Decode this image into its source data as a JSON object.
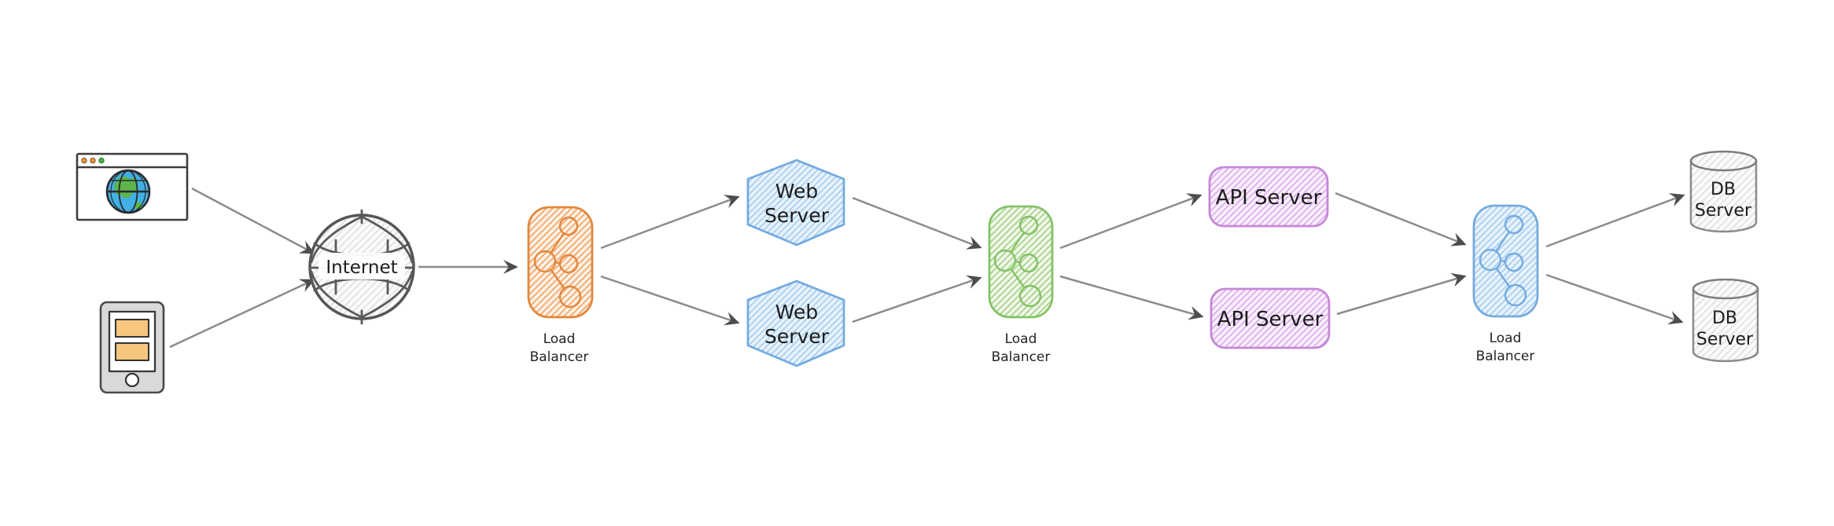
{
  "diagram": {
    "kind": "hand-drawn web architecture diagram",
    "background": "#ffffff"
  },
  "nodes": {
    "internet": {
      "label": "Internet"
    },
    "load_balancer_web": {
      "caption_line1": "Load",
      "caption_line2": "Balancer",
      "accent": "#e2873c"
    },
    "web_server_top": {
      "label_line1": "Web",
      "label_line2": "Server",
      "accent": "#74abe0"
    },
    "web_server_bottom": {
      "label_line1": "Web",
      "label_line2": "Server",
      "accent": "#74abe0"
    },
    "load_balancer_api": {
      "caption_line1": "Load",
      "caption_line2": "Balancer",
      "accent": "#84c266"
    },
    "api_server_top": {
      "label": "API Server",
      "accent": "#c687d8"
    },
    "api_server_bottom": {
      "label": "API Server",
      "accent": "#c687d8"
    },
    "load_balancer_db": {
      "caption_line1": "Load",
      "caption_line2": "Balancer",
      "accent": "#74abe0"
    },
    "db_server_top": {
      "label_line1": "DB",
      "label_line2": "Server"
    },
    "db_server_bottom": {
      "label_line1": "DB",
      "label_line2": "Server"
    }
  },
  "icons": {
    "client_browser": "browser-window-icon",
    "client_mobile": "mobile-phone-icon",
    "internet": "globe-icon",
    "load_balancer": "share-network-icon",
    "db_server": "database-cylinder-icon"
  },
  "edges": [
    {
      "from": "client-browser",
      "to": "internet"
    },
    {
      "from": "client-mobile",
      "to": "internet"
    },
    {
      "from": "internet",
      "to": "load-balancer-web"
    },
    {
      "from": "load-balancer-web",
      "to": "web-server-top"
    },
    {
      "from": "load-balancer-web",
      "to": "web-server-bottom"
    },
    {
      "from": "web-server-top",
      "to": "load-balancer-api"
    },
    {
      "from": "web-server-bottom",
      "to": "load-balancer-api"
    },
    {
      "from": "load-balancer-api",
      "to": "api-server-top"
    },
    {
      "from": "load-balancer-api",
      "to": "api-server-bottom"
    },
    {
      "from": "api-server-top",
      "to": "load-balancer-db"
    },
    {
      "from": "api-server-bottom",
      "to": "load-balancer-db"
    },
    {
      "from": "load-balancer-db",
      "to": "db-server-top"
    },
    {
      "from": "load-balancer-db",
      "to": "db-server-bottom"
    }
  ],
  "colors": {
    "arrow_line": "#8b8b8b",
    "arrow_head": "#4d4d4d",
    "text": "#1c1c1c",
    "orange_stroke": "#e2873c",
    "orange_hatch": "#f3ad74",
    "blue_stroke": "#74abe0",
    "blue_hatch": "#aed2f0",
    "green_stroke": "#84c266",
    "green_hatch": "#abd591",
    "purple_stroke": "#c687d8",
    "purple_hatch": "#e0b3ee",
    "gray_stroke": "#8b8b8b",
    "gray_hatch": "#e3e3e3",
    "globe_ocean_blue": "#41b0e4",
    "globe_land_green": "#5cb54a",
    "phone_body_gray": "#d9d9d9",
    "phone_screen_block_orange": "#f6c57e",
    "window_dot_orange": "#e8973f",
    "window_dot_green": "#49b349"
  }
}
